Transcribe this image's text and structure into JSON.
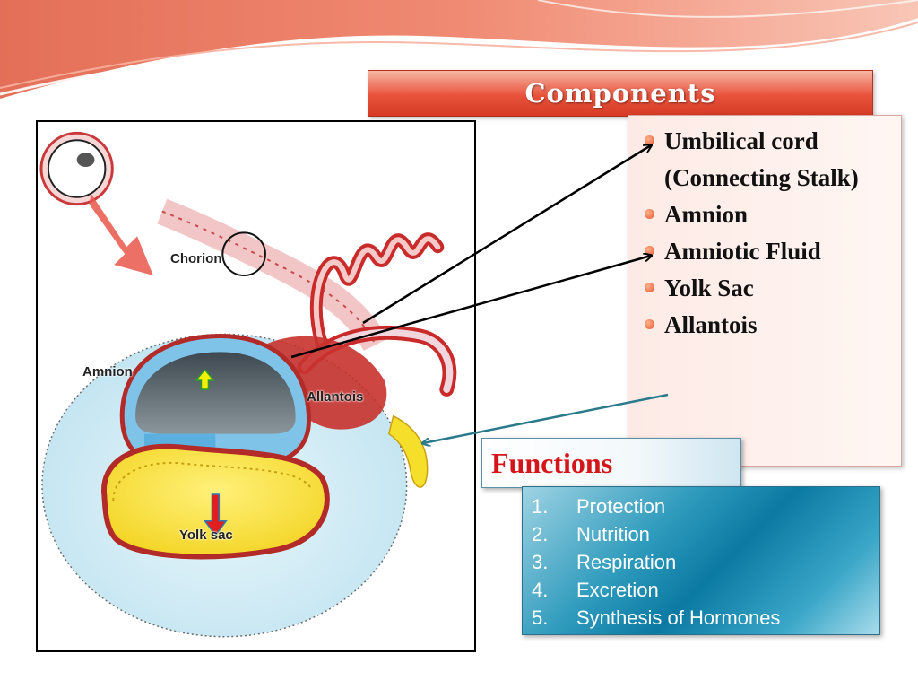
{
  "title": "Components",
  "components": [
    "Umbilical cord (Connecting Stalk)",
    "Amnion",
    "Amniotic Fluid",
    "Yolk Sac",
    "Allantois"
  ],
  "functions_heading": "Functions",
  "functions": [
    {
      "num": "1.",
      "label": "Protection"
    },
    {
      "num": "2.",
      "label": "Nutrition"
    },
    {
      "num": "3.",
      "label": "Respiration"
    },
    {
      "num": "4.",
      "label": "Excretion"
    },
    {
      "num": "5.",
      "label": "Synthesis of Hormones"
    }
  ],
  "diagram_labels": {
    "chorion": "Chorion",
    "amnion": "Amnion",
    "allantois": "Allantois",
    "yolk_sac": "Yolk sac"
  },
  "colors": {
    "title_red": "#e8523b",
    "functions_red": "#d4161a",
    "bullet_orange": "#e2572f",
    "panel_teal": "#0b7aa3"
  }
}
